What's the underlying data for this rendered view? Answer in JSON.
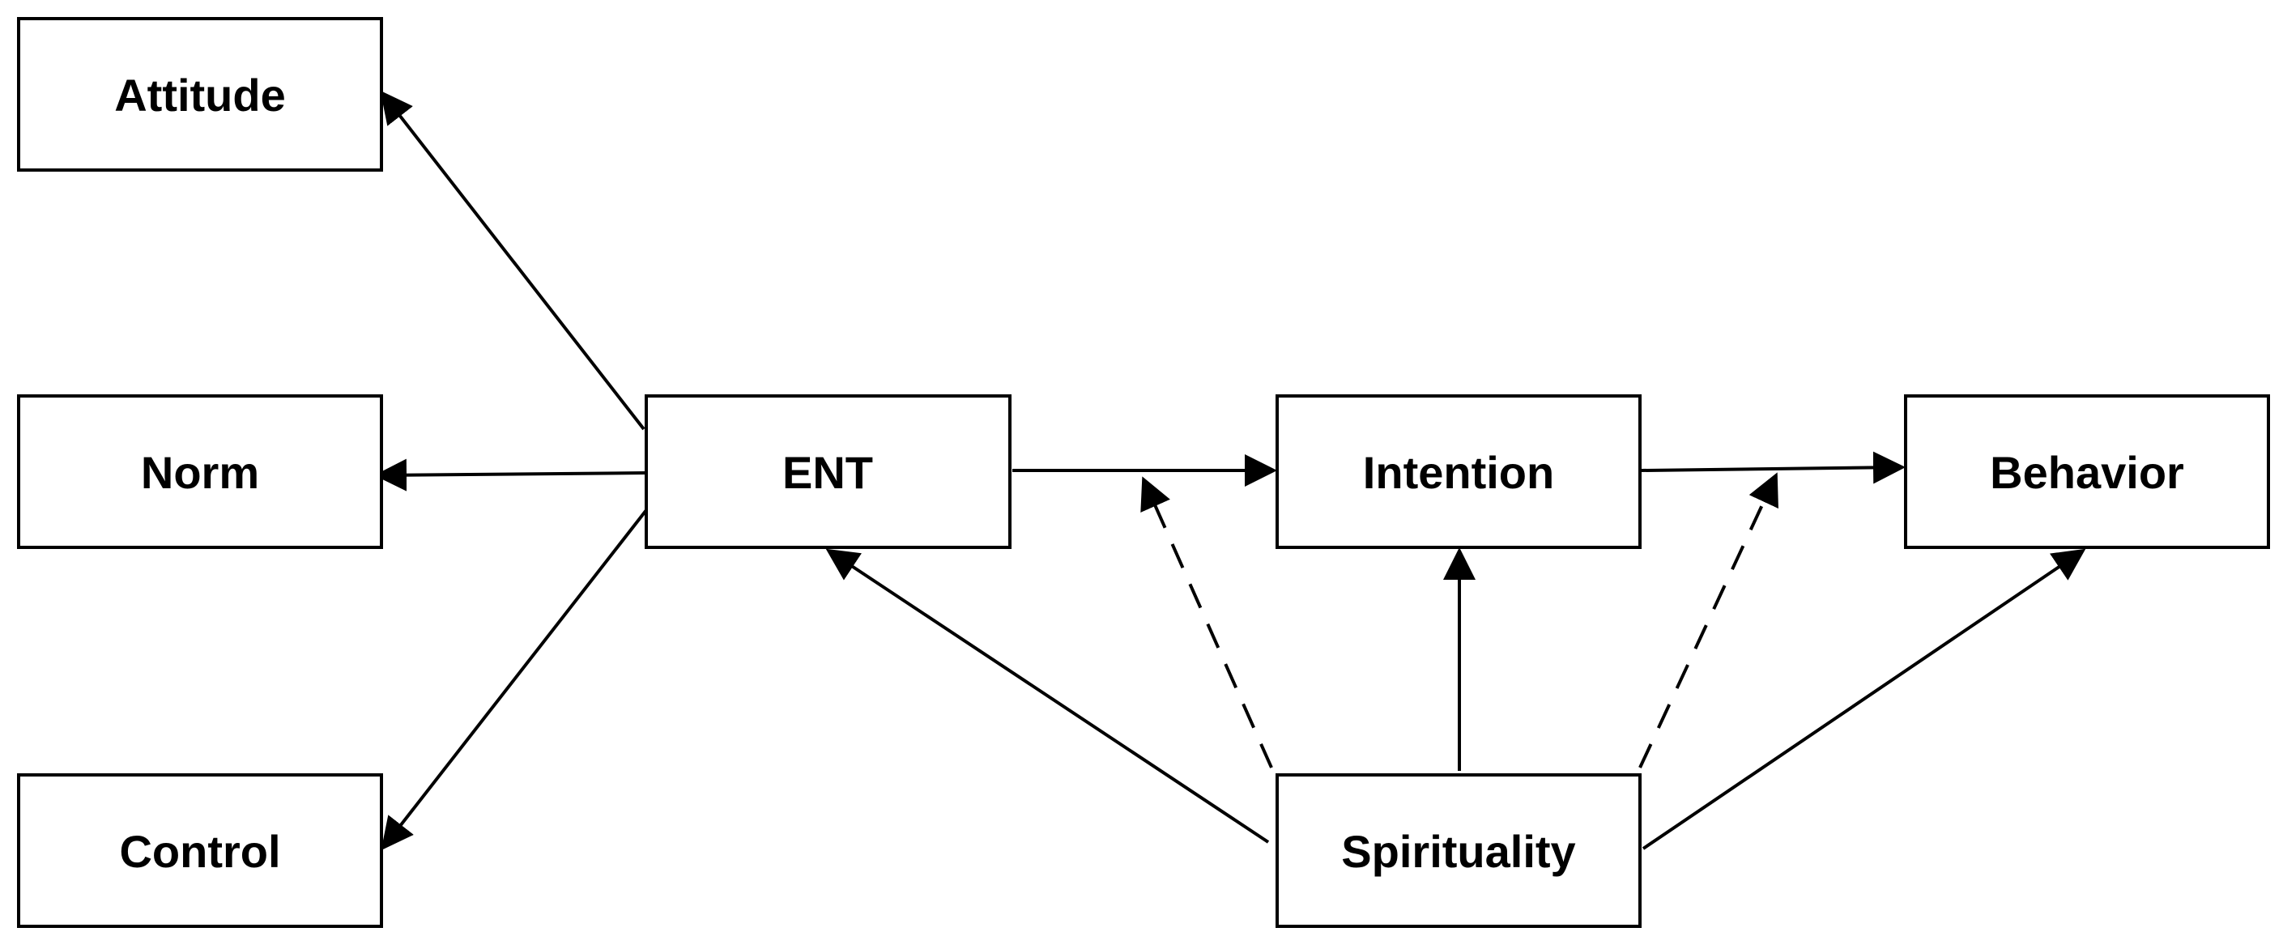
{
  "nodes": {
    "attitude": "Attitude",
    "norm": "Norm",
    "control": "Control",
    "ent": "ENT",
    "intention": "Intention",
    "behavior": "Behavior",
    "spirituality": "Spirituality"
  },
  "edges": [
    {
      "from": "ENT",
      "to": "Attitude",
      "style": "solid"
    },
    {
      "from": "ENT",
      "to": "Norm",
      "style": "solid"
    },
    {
      "from": "ENT",
      "to": "Control",
      "style": "solid"
    },
    {
      "from": "ENT",
      "to": "Intention",
      "style": "solid"
    },
    {
      "from": "Intention",
      "to": "Behavior",
      "style": "solid"
    },
    {
      "from": "Spirituality",
      "to": "ENT",
      "style": "solid"
    },
    {
      "from": "Spirituality",
      "to": "Intention",
      "style": "solid"
    },
    {
      "from": "Spirituality",
      "to": "Behavior",
      "style": "solid"
    },
    {
      "from": "Spirituality",
      "to": "ENT-Intention path",
      "style": "dashed"
    },
    {
      "from": "Spirituality",
      "to": "Intention-Behavior path",
      "style": "dashed"
    }
  ],
  "colors": {
    "stroke": "#000000",
    "background": "#ffffff"
  }
}
